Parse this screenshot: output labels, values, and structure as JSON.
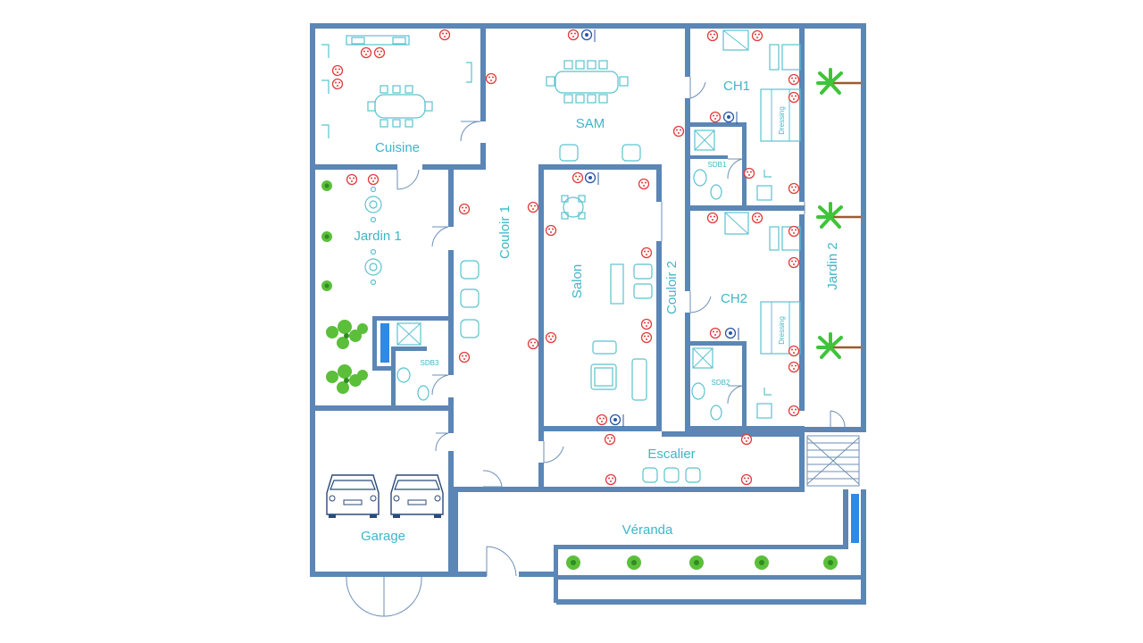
{
  "rooms": {
    "cuisine": "Cuisine",
    "sam": "SAM",
    "ch1": "CH1",
    "jardin1": "Jardin 1",
    "couloir1": "Couloir 1",
    "salon": "Salon",
    "couloir2": "Couloir 2",
    "ch2": "CH2",
    "jardin2": "Jardin 2",
    "garage": "Garage",
    "escalier": "Escalier",
    "veranda": "Véranda",
    "sdb1": "SDB1",
    "sdb2": "SDB2",
    "sdb3": "SDB3",
    "dressing1": "Dressing",
    "dressing2": "Dressing"
  },
  "colors": {
    "wall": "#5b86b5",
    "label": "#3fb6c8",
    "outlet": "#e23c3c",
    "network": "#2a57a8",
    "plant": "#5bbf3a",
    "window": "#2f8ae6"
  }
}
